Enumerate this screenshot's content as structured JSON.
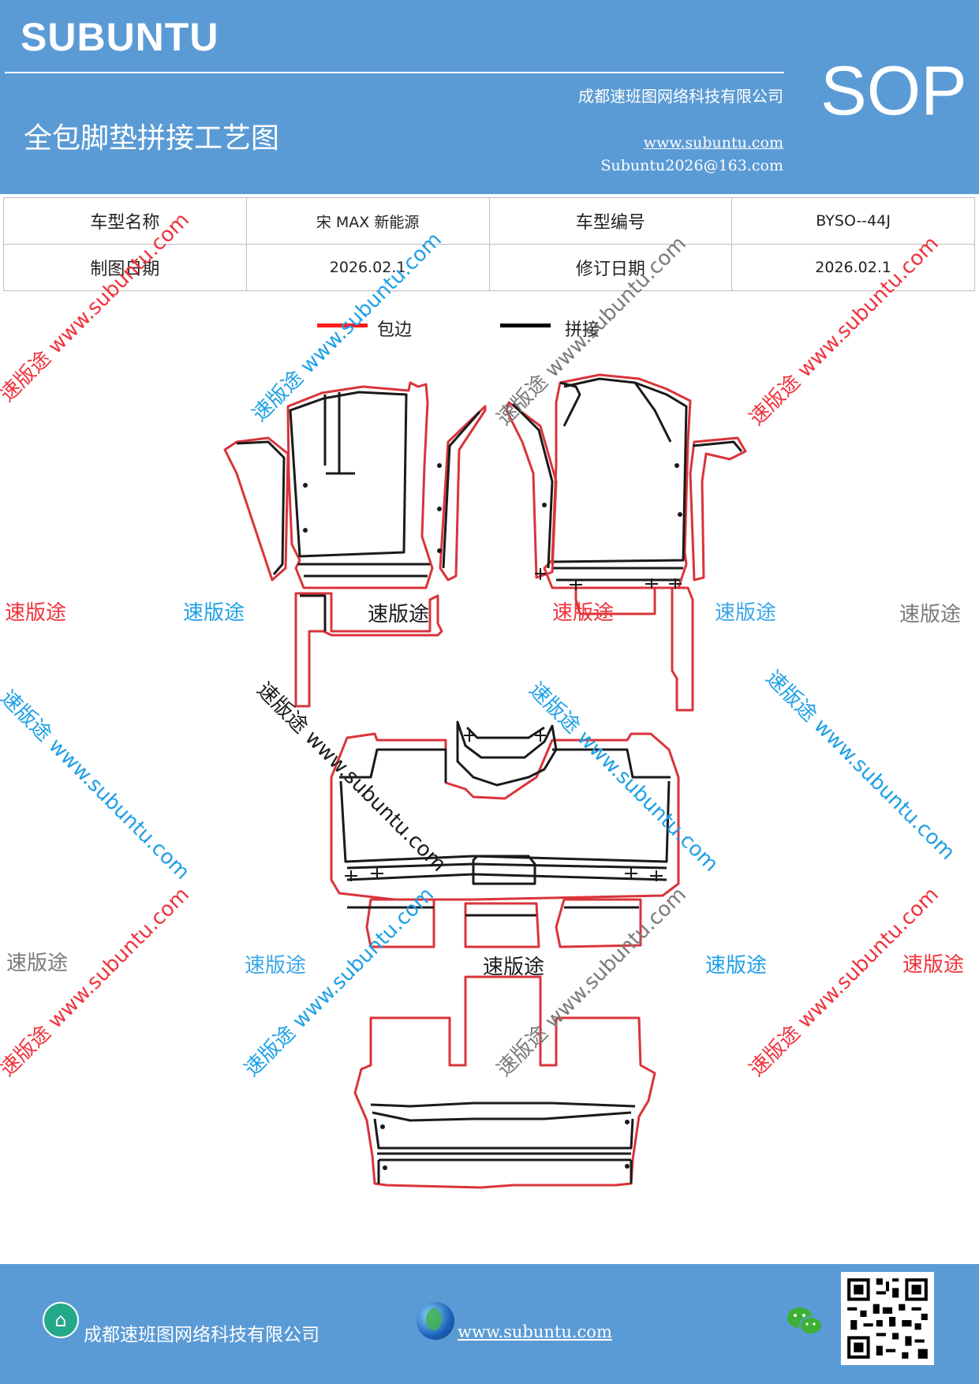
{
  "header": {
    "brand": "SUBUNTU",
    "company": "成都速班图网络科技有限公司",
    "title": "全包脚垫拼接工艺图",
    "website": "www.subuntu.com",
    "email": "Subuntu2026@163.com",
    "badge": "SOP"
  },
  "info_table": {
    "row1": [
      "车型名称",
      "宋 MAX 新能源",
      "车型编号",
      "BYSO--44J"
    ],
    "row2": [
      "制图日期",
      "2026.02.1",
      "修订日期",
      "2026.02.1"
    ]
  },
  "legend": {
    "items": [
      {
        "label": "包边",
        "color": "#ff1a1a"
      },
      {
        "label": "拼接",
        "color": "#000000"
      }
    ]
  },
  "watermarks": {
    "slant": "速版途 www.subuntu.com",
    "plain": "速版途"
  },
  "colors": {
    "header_bg": "#5b9bd5",
    "edge_red": "#d9343b",
    "seam_black": "#1a1a1a",
    "wm_red": "#f0323c",
    "wm_blue": "#1ea0e6",
    "wm_gray": "#7a7a7a"
  },
  "footer": {
    "company": "成都速班图网络科技有限公司",
    "website": "www.subuntu.com",
    "icons": [
      "home-icon",
      "globe-icon",
      "wechat-icon",
      "qr-code"
    ]
  }
}
